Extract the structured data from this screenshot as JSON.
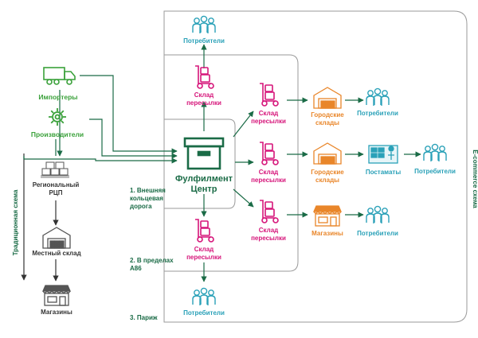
{
  "colors": {
    "green": "#1a6b46",
    "light_green": "#3aa13a",
    "magenta": "#d6157a",
    "orange": "#e9862a",
    "teal": "#2aa1b8",
    "dark": "#333333",
    "frame": "#9a9a9a"
  },
  "labels": {
    "importers": "Импортеры",
    "producers": "Производители",
    "regional_rdc_1": "Региональный",
    "regional_rdc_2": "РЦП",
    "local_warehouse": "Местный склад",
    "stores_traditional": "Магазины",
    "traditional_scheme": "Традиционная схема",
    "ecommerce_scheme": "E-commerce схема",
    "fulfillment_1": "Фулфилмент",
    "fulfillment_2": "Центр",
    "zone_1_line1": "1. Внешняя",
    "zone_1_line2": "кольцевая",
    "zone_1_line3": "дорога",
    "zone_2_line1": "2. В пределах",
    "zone_2_line2": "А86",
    "zone_3": "3. Париж",
    "transit_wh_line1": "Склад",
    "transit_wh_line2": "пересылки",
    "city_wh_line1": "Городские",
    "city_wh_line2": "склады",
    "parcel_lockers": "Постаматы",
    "stores": "Магазины",
    "consumers": "Потребители"
  },
  "icons": {
    "truck": "truck-icon",
    "gear": "gear-icon",
    "pallets": "pallets-icon",
    "warehouse": "warehouse-icon",
    "shop": "shop-icon",
    "box": "fulfillment-box-icon",
    "cart": "hand-truck-icon",
    "people": "consumers-icon",
    "locker": "parcel-locker-icon"
  }
}
